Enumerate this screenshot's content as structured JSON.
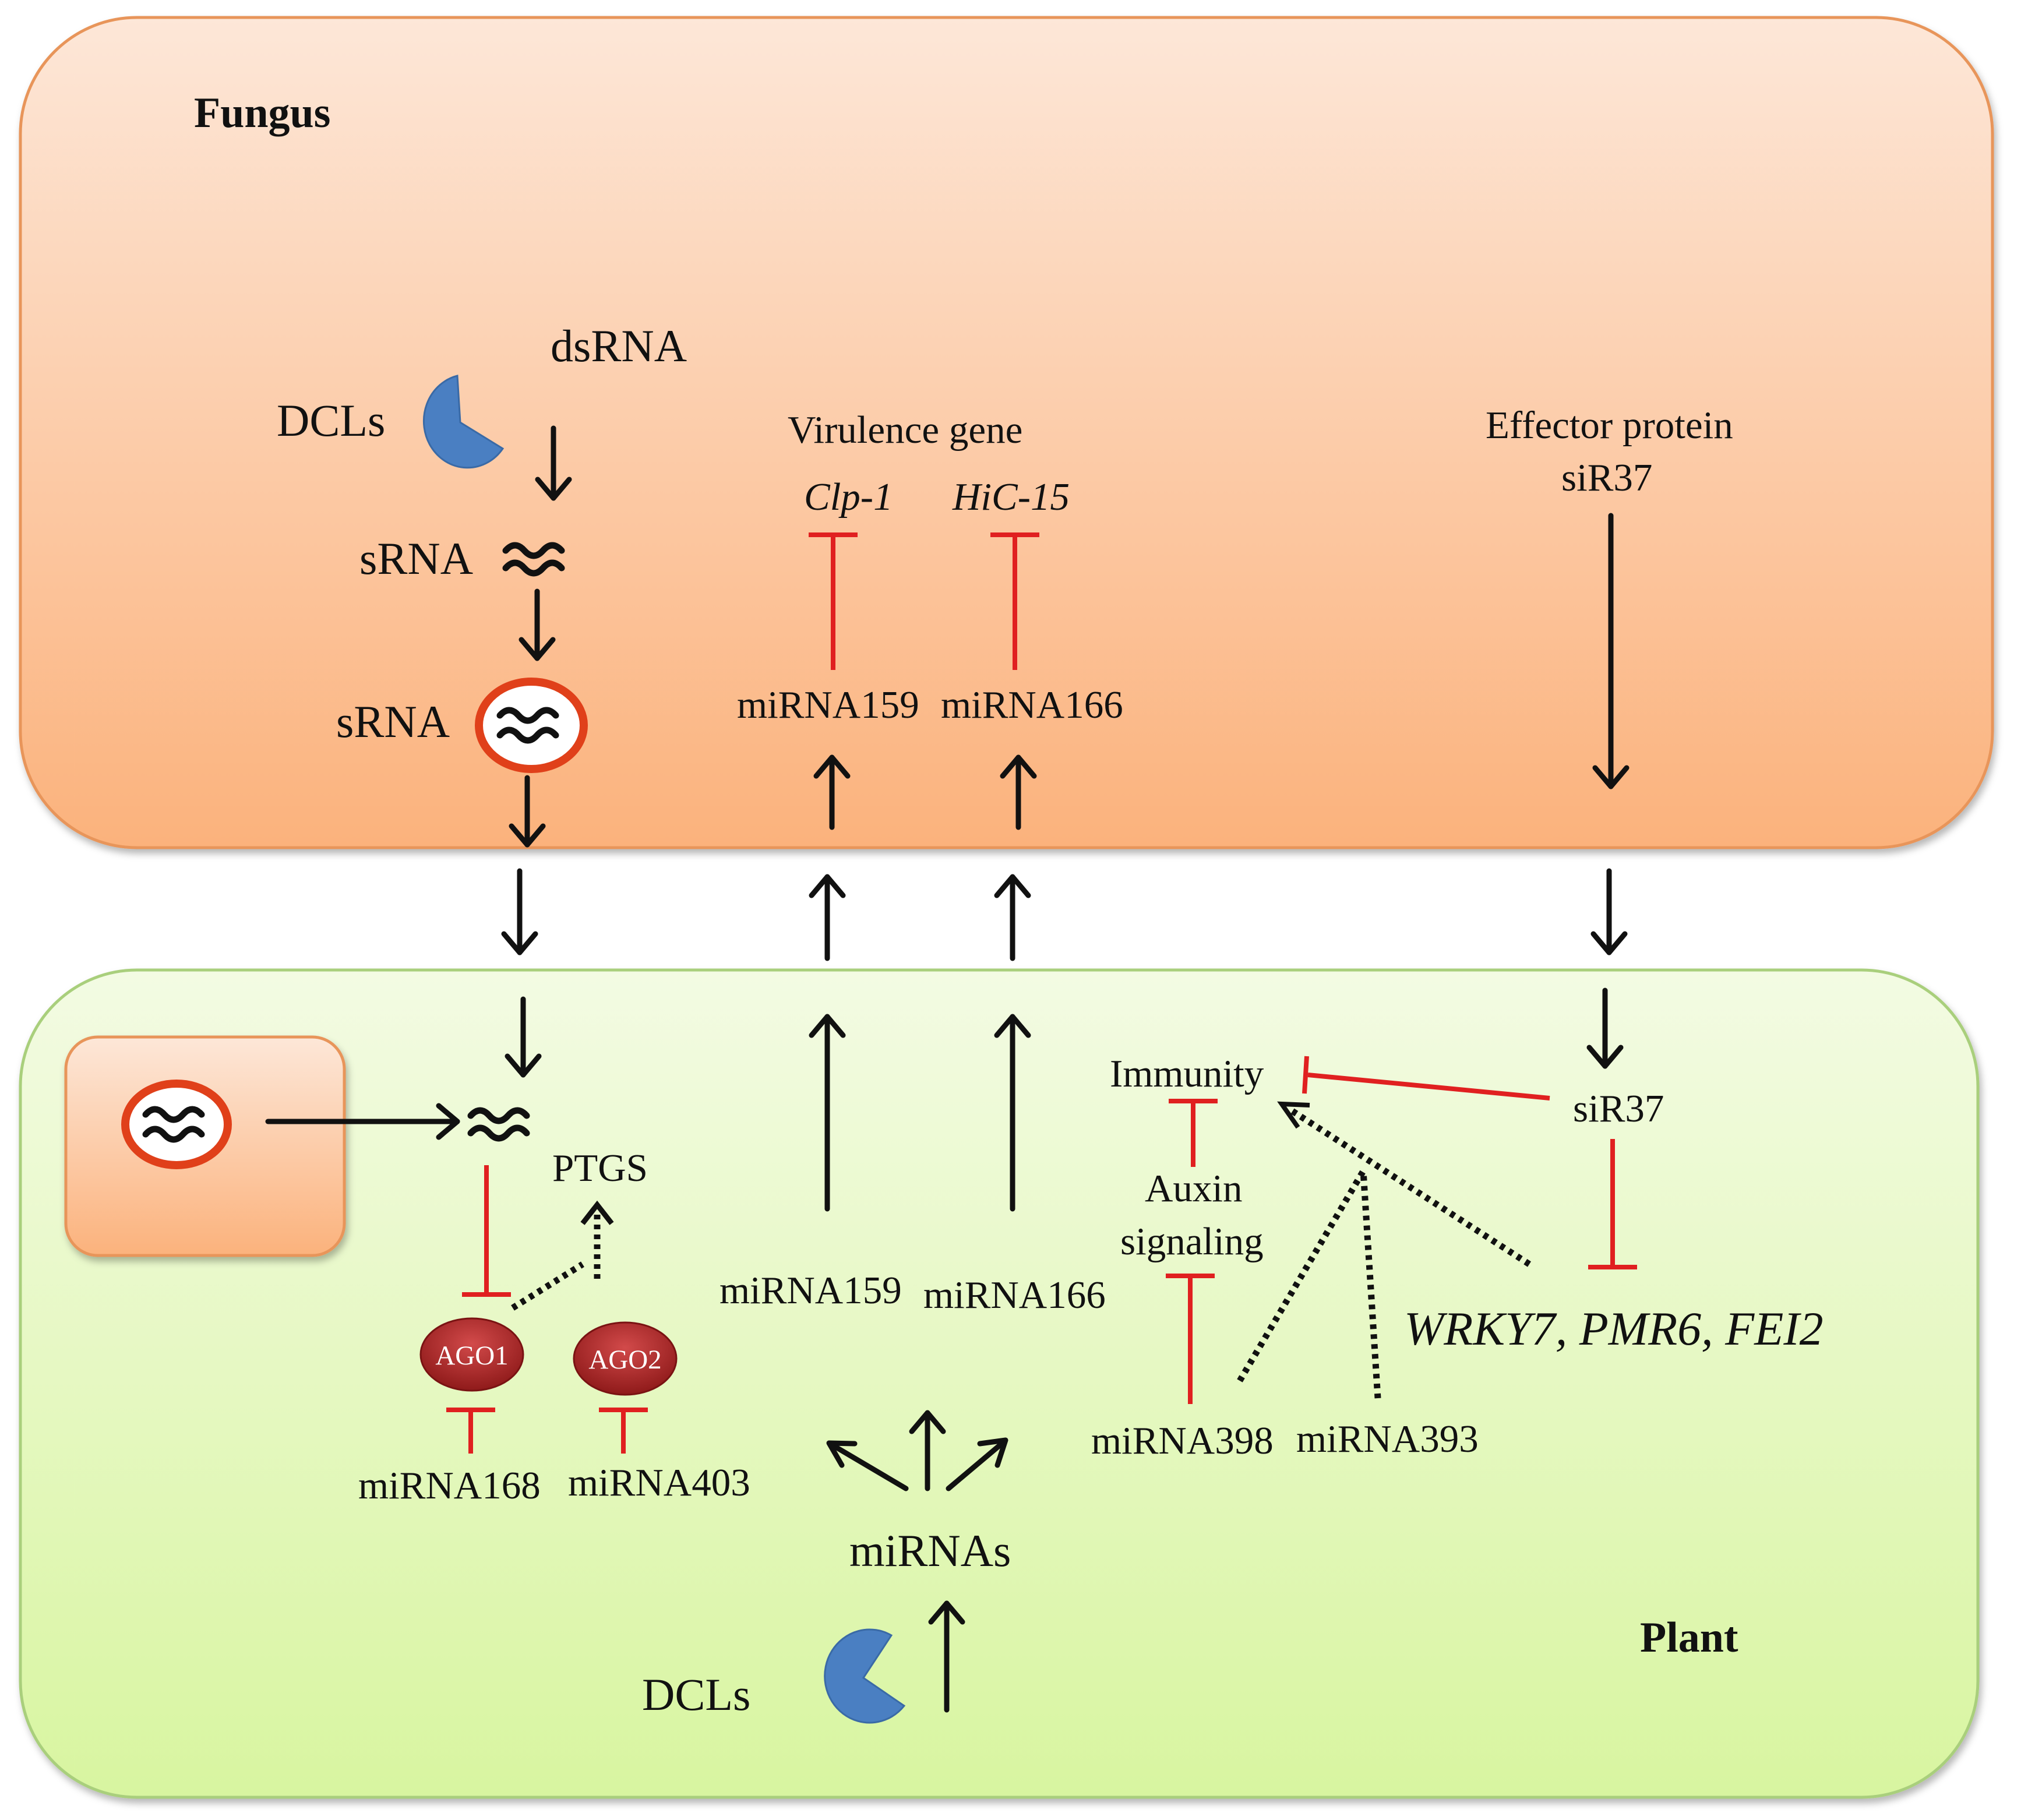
{
  "colors": {
    "fungus_fill": "#fbb27c",
    "plant_fill": "#d8f5a0",
    "dcl_blue": "#4a7fc2",
    "ago_red": "#a32020",
    "inhibit_red": "#e02020",
    "vesicle_border": "#e0401a"
  },
  "icons": {
    "dcl": "pacman-enzyme-icon",
    "srna": "double-wave-icon",
    "vesicle": "vesicle-icon"
  },
  "fungus": {
    "title": "Fungus",
    "dsrna": "dsRNA",
    "dcls": "DCLs",
    "srna": "sRNA",
    "srna_vesicle": "sRNA",
    "virulence_gene": "Virulence gene",
    "clp1": "Clp-1",
    "hic15": "HiC-15",
    "mirna159": "miRNA159",
    "mirna166": "miRNA166",
    "effector_line1": "Effector protein",
    "effector_line2": "siR37"
  },
  "plant": {
    "title": "Plant",
    "ptgs": "PTGS",
    "ago1": "AGO1",
    "ago2": "AGO2",
    "mirna168": "miRNA168",
    "mirna403": "miRNA403",
    "mirna159": "miRNA159",
    "mirna166": "miRNA166",
    "mirnas": "miRNAs",
    "dcls": "DCLs",
    "immunity": "Immunity",
    "auxin_line1": "Auxin",
    "auxin_line2": "signaling",
    "sir37": "siR37",
    "mirna398": "miRNA398",
    "mirna393": "miRNA393",
    "genes": "WRKY7, PMR6, FEI2"
  }
}
